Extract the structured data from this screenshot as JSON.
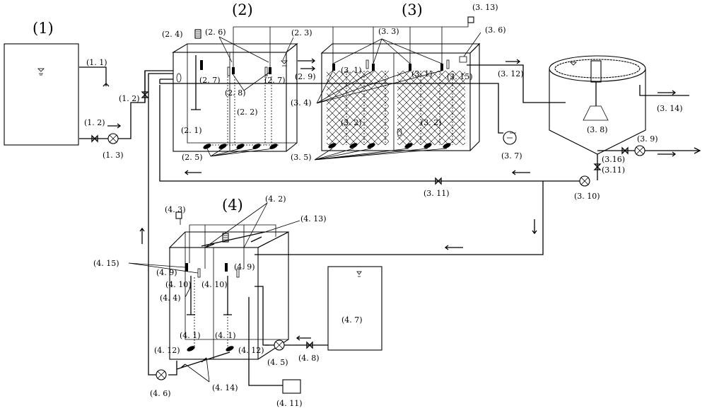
{
  "units": {
    "u1": "(1)",
    "u2": "(2)",
    "u3": "(3)",
    "u4": "(4)"
  },
  "labels": {
    "l1_1": "(1. 1)",
    "l1_2a": "(1. 2)",
    "l1_2b": "(1. 2)",
    "l1_3": "(1. 3)",
    "l2_1": "(2. 1)",
    "l2_2": "(2. 2)",
    "l2_3": "(2. 3)",
    "l2_4": "(2. 4)",
    "l2_5": "(2. 5)",
    "l2_6": "(2. 6)",
    "l2_7a": "(2. 7)",
    "l2_7b": "(2. 7)",
    "l2_8": "(2. 8)",
    "l2_9": "(2. 9)",
    "l3_1a": "(3. 1)",
    "l3_1b": "(3. 1)",
    "l3_2a": "(3. 2)",
    "l3_2b": "(3. 2)",
    "l3_3": "(3. 3)",
    "l3_4": "(3. 4)",
    "l3_5": "(3. 5)",
    "l3_6": "(3. 6)",
    "l3_7": "(3. 7)",
    "l3_8": "(3. 8)",
    "l3_9": "(3. 9)",
    "l3_10": "(3. 10)",
    "l3_11a": "(3. 11)",
    "l3_11b": "(3.11)",
    "l3_12": "(3. 12)",
    "l3_13": "(3. 13)",
    "l3_14": "(3. 14)",
    "l3_15": "(3. 15)",
    "l3_16": "(3.16)",
    "l4_1a": "(4. 1)",
    "l4_1b": "(4. 1)",
    "l4_2": "(4. 2)",
    "l4_3": "(4. 3)",
    "l4_4": "(4. 4)",
    "l4_5": "(4. 5)",
    "l4_6": "(4. 6)",
    "l4_7": "(4. 7)",
    "l4_8": "(4. 8)",
    "l4_9a": "(4. 9)",
    "l4_9b": "(4. 9)",
    "l4_10a": "(4. 10)",
    "l4_10b": "(4. 10)",
    "l4_11": "(4. 11)",
    "l4_12a": "(4. 12)",
    "l4_12b": "(4. 12)",
    "l4_13": "(4. 13)",
    "l4_14": "(4. 14)",
    "l4_15": "(4. 15)"
  },
  "colors": {
    "line": "#000000",
    "background": "#ffffff"
  }
}
